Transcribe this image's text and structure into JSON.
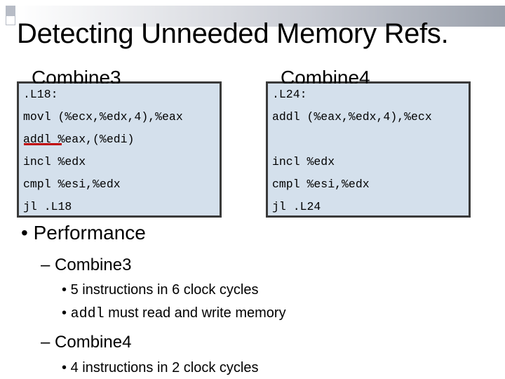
{
  "slide": {
    "title": "Detecting Unneeded Memory Refs."
  },
  "left_box": {
    "label": "Combine3",
    "lines": [
      ".L18:",
      "movl (%ecx,%edx,4),%eax",
      "addl %eax,(%edi)",
      "incl %edx",
      "cmpl %esi,%edx",
      "jl .L18"
    ]
  },
  "right_box": {
    "label": "Combine4",
    "lines": [
      ".L24:",
      "addl (%eax,%edx,4),%ecx",
      "incl %edx",
      "cmpl %esi,%edx",
      "jl .L24"
    ]
  },
  "body": {
    "bullet1": "Performance",
    "sub1": "Combine3",
    "sub1_items": [
      "5 instructions in 6 clock cycles",
      {
        "code": "addl",
        "text": "must read and write memory"
      }
    ],
    "sub2": "Combine4",
    "sub2_items": [
      "4 instructions in  2 clock cycles"
    ]
  },
  "colors": {
    "code_bg": "#d4e0ec",
    "underline": "#c00000"
  }
}
